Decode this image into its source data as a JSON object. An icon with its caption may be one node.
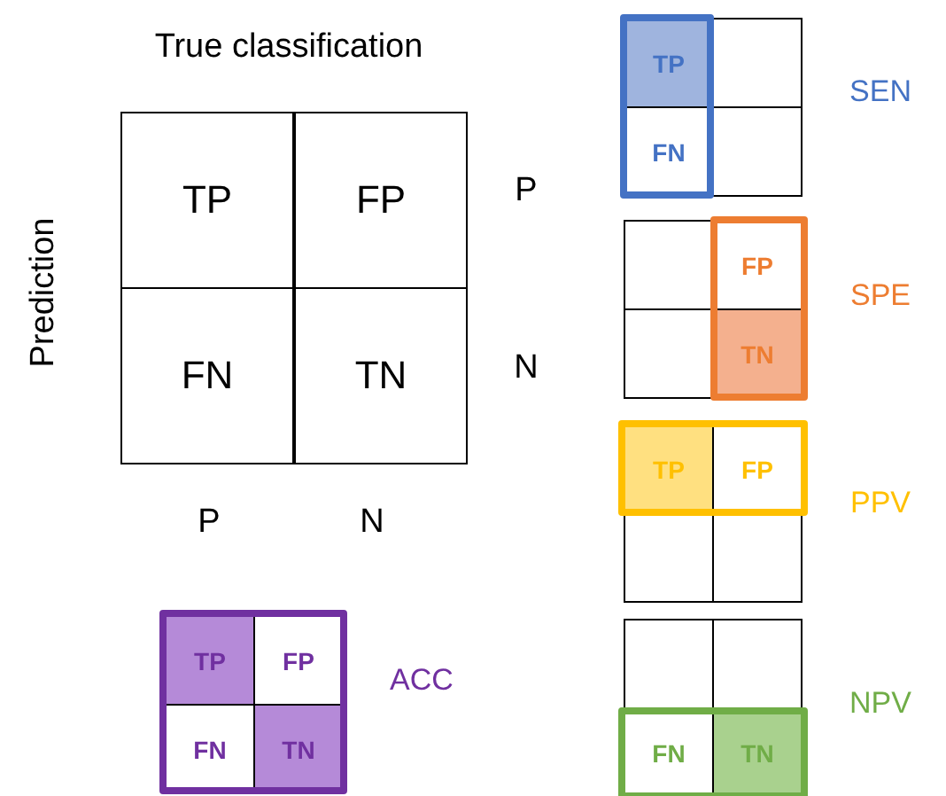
{
  "diagram": {
    "nodes": [
      {
        "text": [
          "TP"
        ]
      },
      {
        "text": [
          "FP"
        ]
      },
      {
        "text": [
          "FN"
        ]
      },
      {
        "text": [
          "TN"
        ]
      },
      {
        "text": [
          "TP"
        ]
      },
      {
        "text": [],
        "shape": "box"
      },
      {
        "text": [
          "FN"
        ]
      },
      {
        "text": [],
        "shape": "box"
      },
      {
        "text": [],
        "shape": "box"
      },
      {
        "text": [
          "FP"
        ]
      },
      {
        "text": [],
        "shape": "box"
      },
      {
        "text": [
          "TN"
        ]
      },
      {
        "text": [
          "TP"
        ]
      },
      {
        "text": [
          "FP"
        ]
      },
      {
        "text": [],
        "shape": "box"
      },
      {
        "text": [],
        "shape": "box"
      },
      {
        "text": [],
        "shape": "box"
      },
      {
        "text": [],
        "shape": "box"
      },
      {
        "text": [
          "FN"
        ]
      },
      {
        "text": [
          "TN"
        ]
      },
      {
        "text": [
          "TP"
        ]
      },
      {
        "text": [
          "FP"
        ]
      },
      {
        "text": [
          "FN"
        ]
      },
      {
        "text": [
          "TN"
        ]
      }
    ],
    "edges": [],
    "labels": [
      "True classification",
      "Prediction",
      "P",
      "N",
      "P",
      "N",
      "SEN",
      "SPE",
      "PPV",
      "NPV",
      "ACC"
    ]
  }
}
